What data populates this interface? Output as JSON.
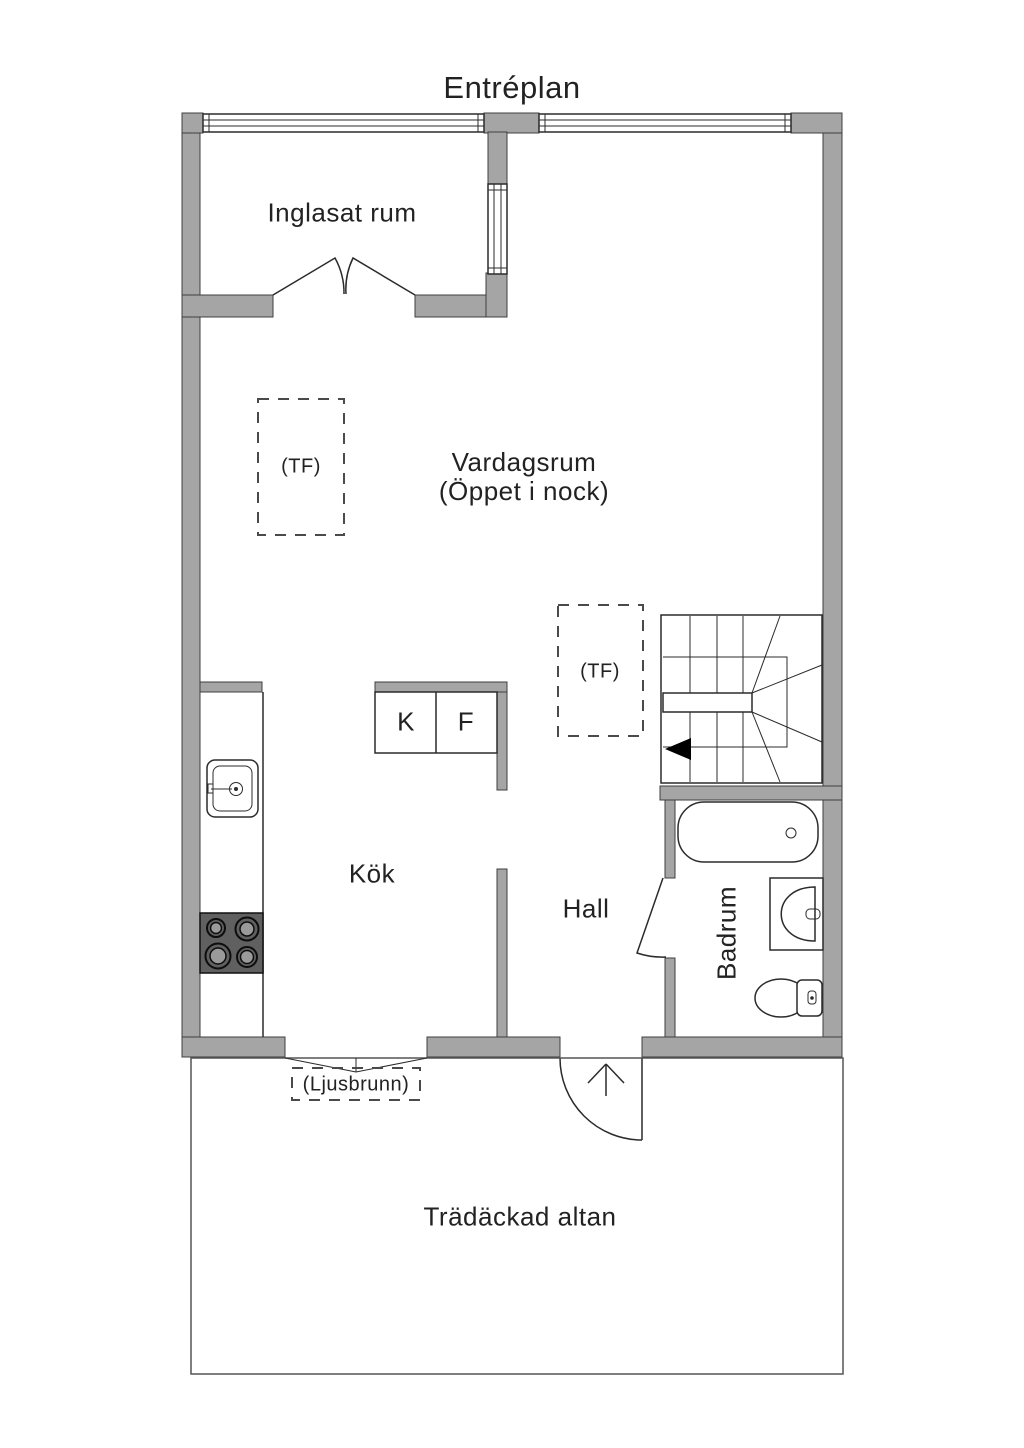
{
  "title": "Entréplan",
  "colors": {
    "wall": "#a5a5a5",
    "outline": "#3f3f3f",
    "line": "#2b2b2b",
    "stove": "#606060",
    "burner": "#9a9a9a",
    "text": "#222222"
  },
  "rooms": {
    "inglasat": {
      "label": "Inglasat rum"
    },
    "vardagsrum": {
      "label": "Vardagsrum",
      "sublabel": "(Öppet i nock)"
    },
    "kok": {
      "label": "Kök"
    },
    "hall": {
      "label": "Hall"
    },
    "badrum": {
      "label": "Badrum"
    },
    "altan": {
      "label": "Trädäckad altan"
    }
  },
  "annotations": {
    "tf1": {
      "label": "(TF)"
    },
    "tf2": {
      "label": "(TF)"
    },
    "ljusbrunn": {
      "label": "(Ljusbrunn)"
    }
  },
  "appliances": {
    "kyl": {
      "label": "K"
    },
    "frys": {
      "label": "F"
    }
  }
}
